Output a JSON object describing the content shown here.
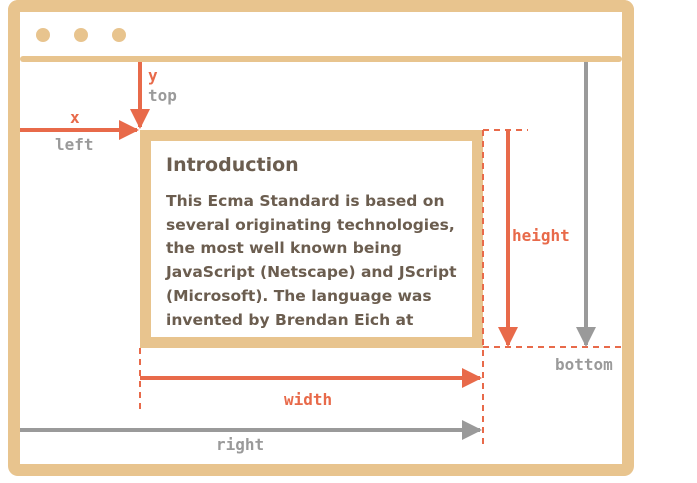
{
  "window": {
    "controls": [
      "dot",
      "dot",
      "dot"
    ]
  },
  "content": {
    "title": "Introduction",
    "body": "This Ecma Standard is based on several originating technologies, the most well known being JavaScript (Netscape) and JScript (Microsoft). The language was invented by Brendan Eich at"
  },
  "labels": {
    "y": "y",
    "top": "top",
    "x": "x",
    "left": "left",
    "height": "height",
    "width": "width",
    "bottom": "bottom",
    "right": "right"
  },
  "colors": {
    "frame": "#e8c48e",
    "accent": "#e86a4a",
    "gray": "#9a9a9a",
    "text": "#6b5d4f"
  }
}
